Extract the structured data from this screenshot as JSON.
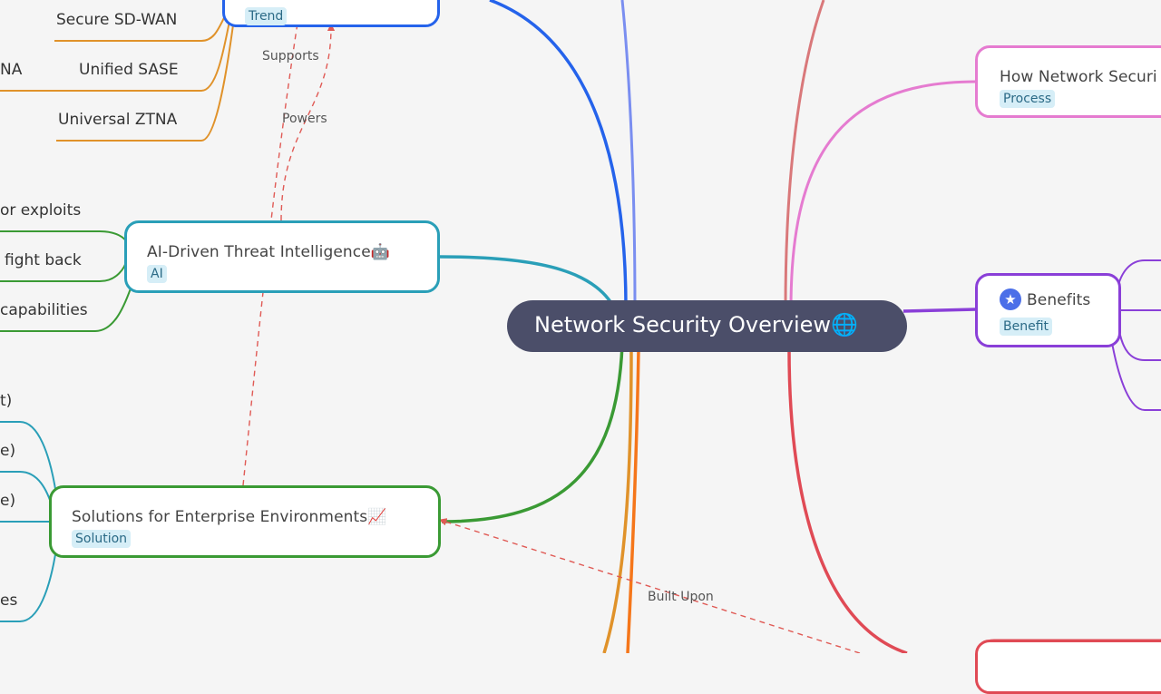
{
  "root": {
    "title": "Network Security Overview🌐"
  },
  "nodes": {
    "trend": {
      "tag": "Trend"
    },
    "ai": {
      "title": "AI-Driven Threat Intelligence🤖",
      "tag": "AI"
    },
    "solutions": {
      "title": "Solutions for Enterprise Environments📈",
      "tag": "Solution"
    },
    "process": {
      "title": "How Network Securi",
      "tag": "Process"
    },
    "benefits": {
      "title": "Benefits",
      "tag": "Benefit"
    }
  },
  "leaves": {
    "trend": [
      "Secure SD-WAN",
      "NA",
      "Unified SASE",
      "Universal ZTNA"
    ],
    "ai": [
      "or exploits",
      "fight back",
      "capabilities"
    ],
    "solutions": [
      "t)",
      "e)",
      "e)",
      "es"
    ]
  },
  "edge_labels": {
    "supports": "Supports",
    "powers": "Powers",
    "built_upon": "Built Upon"
  },
  "colors": {
    "background": "#f5f5f5",
    "root": "#4b4e69",
    "trend": "#2563eb",
    "ai": "#2a9fb8",
    "solutions": "#3a9a34",
    "process": "#e57bd0",
    "benefits": "#8a3fd8",
    "relation": "#e05a55",
    "leaves_trend": "#e0922a",
    "leaves_ai": "#3a9a34",
    "leaves_solutions": "#2a9fb8",
    "tag_bg": "#d6eef7",
    "tag_text": "#2b6a86"
  },
  "icons": {
    "benefits": "star-icon"
  }
}
